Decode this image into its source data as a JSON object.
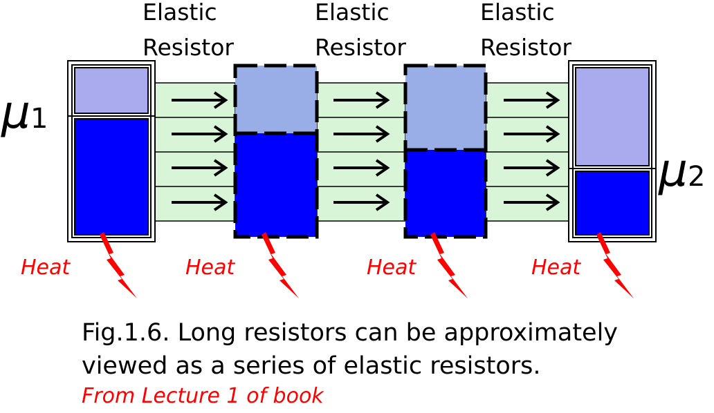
{
  "labels": {
    "resistor_1": [
      "Elastic",
      "Resistor"
    ],
    "resistor_2": [
      "Elastic",
      "Resistor"
    ],
    "resistor_3": [
      "Elastic",
      "Resistor"
    ]
  },
  "mu1": {
    "symbol": "μ",
    "subscript": "1"
  },
  "mu2": {
    "symbol": "μ",
    "subscript": "2"
  },
  "heat": [
    "Heat",
    "Heat",
    "Heat",
    "Heat"
  ],
  "caption": {
    "line1": "Fig.1.6. Long resistors can be approximately",
    "line2": "viewed as a series of elastic resistors.",
    "source": "From Lecture 1 of book"
  },
  "colors": {
    "filled": "#0000ff",
    "empty": "#aaaaee",
    "channel": "#d8f5d8",
    "heat": "#ff0000"
  }
}
